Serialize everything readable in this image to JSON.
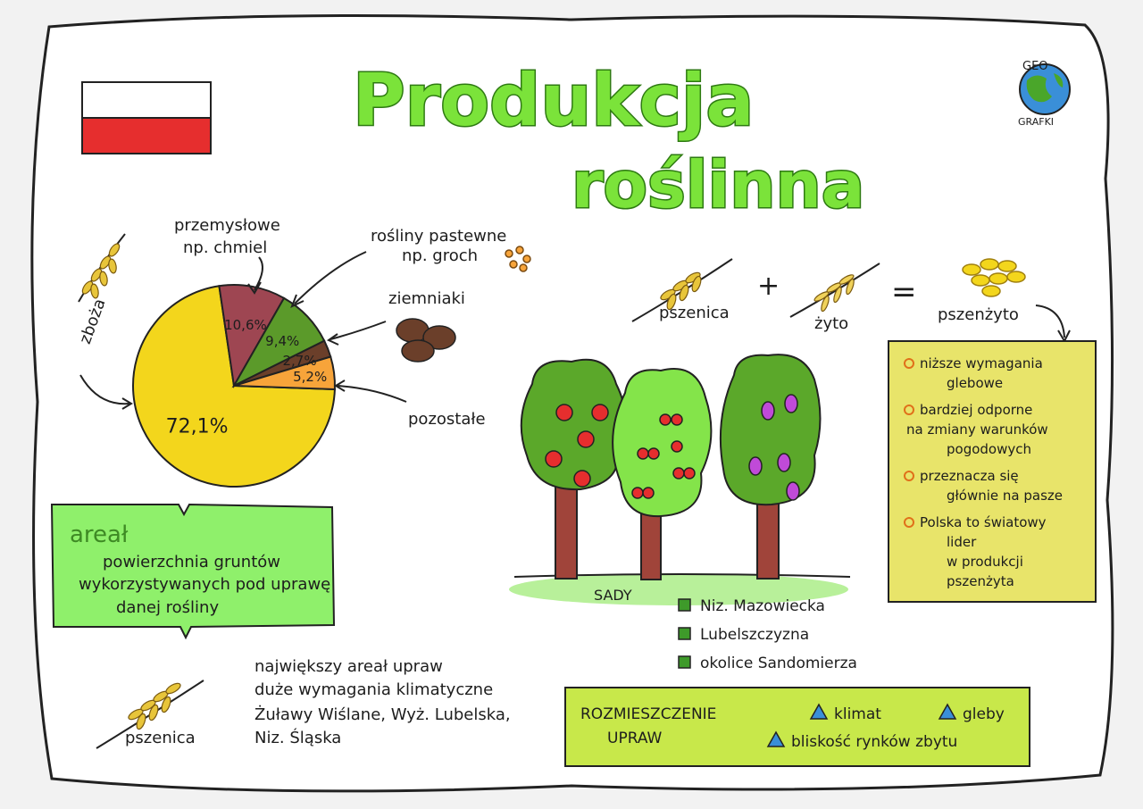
{
  "header": {
    "title_line1": "Produkcja",
    "title_line2": "roślinna",
    "logo_text_top": "GEO",
    "logo_text_bottom": "GRAFKI"
  },
  "colors": {
    "pie_zboza": "#f3d61c",
    "pie_przemyslowe": "#9e4652",
    "pie_pastewne": "#5b9a2a",
    "pie_ziemniaki": "#6b3f2a",
    "pie_pozostale": "#f7a43a",
    "box_green": "#8ff06b",
    "box_yellow": "#e8e46a",
    "box_olive": "#c8e84a",
    "title_green": "#7be33a"
  },
  "chart_data": {
    "type": "pie",
    "slices": [
      {
        "label": "zboża",
        "value": 72.1,
        "value_label": "72,1%"
      },
      {
        "label": "przemysłowe np. chmiel",
        "value": 10.6,
        "value_label": "10,6%"
      },
      {
        "label": "rośliny pastewne np. groch",
        "value": 9.4,
        "value_label": "9,4%"
      },
      {
        "label": "ziemniaki",
        "value": 2.7,
        "value_label": "2,7%"
      },
      {
        "label": "pozostałe",
        "value": 5.2,
        "value_label": "5,2%"
      }
    ]
  },
  "pie_labels": {
    "zboza": "zboża",
    "przemyslowe_1": "przemysłowe",
    "przemyslowe_2": "np. chmiel",
    "pastewne_1": "rośliny pastewne",
    "pastewne_2": "np. groch",
    "ziemniaki": "ziemniaki",
    "pozostale": "pozostałe"
  },
  "areal": {
    "heading": "areał",
    "line1": "powierzchnia gruntów",
    "line2": "wykorzystywanych pod uprawę",
    "line3": "danej rośliny"
  },
  "pszenica_bottom": {
    "label": "pszenica",
    "line1": "największy areał upraw",
    "line2": "duże wymagania klimatyczne",
    "line3": "Żuławy Wiślane, Wyż. Lubelska,",
    "line4": "Niz. Śląska"
  },
  "equation": {
    "left": "pszenica",
    "plus": "+",
    "middle": "żyto",
    "equals": "=",
    "right": "pszenżyto"
  },
  "pszenzyto_box": {
    "items": [
      {
        "lines": [
          "niższe wymagania",
          "glebowe"
        ]
      },
      {
        "lines": [
          "bardziej odporne",
          "na zmiany warunków",
          "pogodowych"
        ]
      },
      {
        "lines": [
          "przeznacza się",
          "głównie na pasze"
        ]
      },
      {
        "lines": [
          "Polska to światowy",
          "lider",
          "w produkcji",
          "pszenżyta"
        ]
      }
    ]
  },
  "sady": {
    "label": "SADY",
    "regions": [
      "Niz. Mazowiecka",
      "Lubelszczyzna",
      "okolice Sandomierza"
    ]
  },
  "rozmieszczenie": {
    "title_1": "ROZMIESZCZENIE",
    "title_2": "UPRAW",
    "factors": [
      "klimat",
      "gleby",
      "bliskość rynków zbytu"
    ]
  }
}
